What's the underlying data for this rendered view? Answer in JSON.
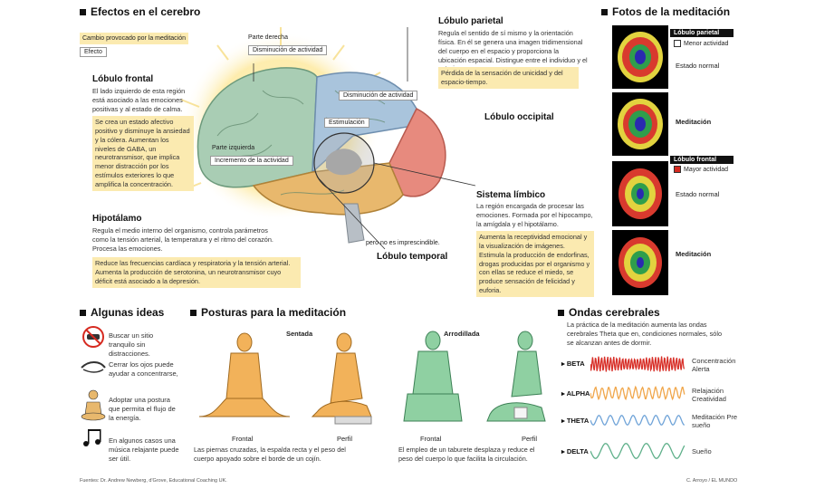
{
  "brain": {
    "title": "Efectos en el cerebro",
    "legend_change": "Cambio provocado por la meditación",
    "legend_effect": "Efecto",
    "right_side_label": "Parte derecha",
    "right_side_value": "Disminución de actividad",
    "left_side_label": "Parte izquierda",
    "left_side_value": "Incremento de la actividad",
    "parietal_decrease": "Disminución de actividad",
    "stimulation": "Estimulación",
    "not_essential": "pero no es imprescindible."
  },
  "frontal": {
    "title": "Lóbulo frontal",
    "text": "El lado izquierdo de esta región está asociado a las emociones positivas y al estado de calma.",
    "effect": "Se crea un estado afectivo positivo y disminuye la ansiedad y la cólera. Aumentan los niveles de GABA, un neurotransmisor, que implica menor distracción por los estímulos exteriores lo que amplifica la concentración."
  },
  "parietal": {
    "title": "Lóbulo parietal",
    "text": "Regula el sentido de sí mismo y la orientación física. En él se genera una imagen tridimensional del cuerpo en el espacio y proporciona la ubicación espacial. Distingue entre el individuo y el exterior.",
    "effect": "Pérdida de la sensación de unicidad y del espacio-tiempo."
  },
  "occipital": {
    "title": "Lóbulo occipital"
  },
  "limbic": {
    "title": "Sistema límbico",
    "text": "La región encargada de procesar las emociones. Formada por el hipocampo, la amígdala y el hipotálamo.",
    "effect": "Aumenta la receptividad emocional y la visualización de imágenes. Estimula la producción de endorfinas, drogas producidas por el organismo y con ellas se reduce el miedo, se produce sensación de felicidad y euforia."
  },
  "hypothalamus": {
    "title": "Hipotálamo",
    "text": "Regula el medio interno del organismo, controla parámetros como la tensión arterial, la temperatura y el ritmo del corazón. Procesa las emociones.",
    "effect": "Reduce las frecuencias cardíaca y respiratoria y la tensión arterial. Aumenta la producción de serotonina, un neurotransmisor cuyo déficit está asociado a la depresión."
  },
  "temporal": {
    "title": "Lóbulo temporal"
  },
  "photos": {
    "title": "Fotos de la meditación",
    "parietal_header": "Lóbulo parietal",
    "less_activity": "Menor actividad",
    "frontal_header": "Lóbulo frontal",
    "more_activity": "Mayor actividad",
    "normal1": "Estado normal",
    "meditation1": "Meditación",
    "normal2": "Estado normal",
    "meditation2": "Meditación"
  },
  "ideas": {
    "title": "Algunas ideas",
    "items": [
      "Buscar un sitio tranquilo sin distracciones.",
      "Cerrar los ojos puede ayudar a concentrarse,",
      "Adoptar una postura que permita el flujo de la energía.",
      "En algunos casos una música relajante puede ser útil."
    ]
  },
  "postures": {
    "title": "Posturas para la meditación",
    "seated": "Sentada",
    "kneeling": "Arrodillada",
    "front": "Frontal",
    "profile": "Perfil",
    "front2": "Frontal",
    "profile2": "Perfil",
    "seated_caption": "Las piernas cruzadas, la espalda recta y el peso del cuerpo apoyado sobre el borde de un cojín.",
    "kneeling_caption": "El empleo de un taburete desplaza y reduce el peso del cuerpo lo que facilita la circulación."
  },
  "waves": {
    "title": "Ondas cerebrales",
    "intro": "La práctica de la meditación aumenta las ondas cerebrales Theta que en, condiciones normales, sólo se alcanzan antes de dormir.",
    "items": [
      {
        "name": "BETA",
        "desc": "Concentración Alerta",
        "color": "#d8312a"
      },
      {
        "name": "ALPHA",
        "desc": "Relajación Creatividad",
        "color": "#f0a64a"
      },
      {
        "name": "THETA",
        "desc": "Meditación Pre sueño",
        "color": "#6fa3d8"
      },
      {
        "name": "DELTA",
        "desc": "Sueño",
        "color": "#5fb08a"
      }
    ]
  },
  "footer": {
    "sources": "Fuentes: Dr. Andrew Newberg, d'Grove, Educational Coaching UK.",
    "credit": "C. Arroyo / EL MUNDO"
  },
  "colors": {
    "frontal": "#a9cdb4",
    "parietal": "#a9c4dc",
    "occipital": "#e78a7e",
    "temporal": "#e8b86d",
    "skin": "#f2b25a",
    "green_figure": "#8fd0a2",
    "highlight": "#fbeab0"
  }
}
